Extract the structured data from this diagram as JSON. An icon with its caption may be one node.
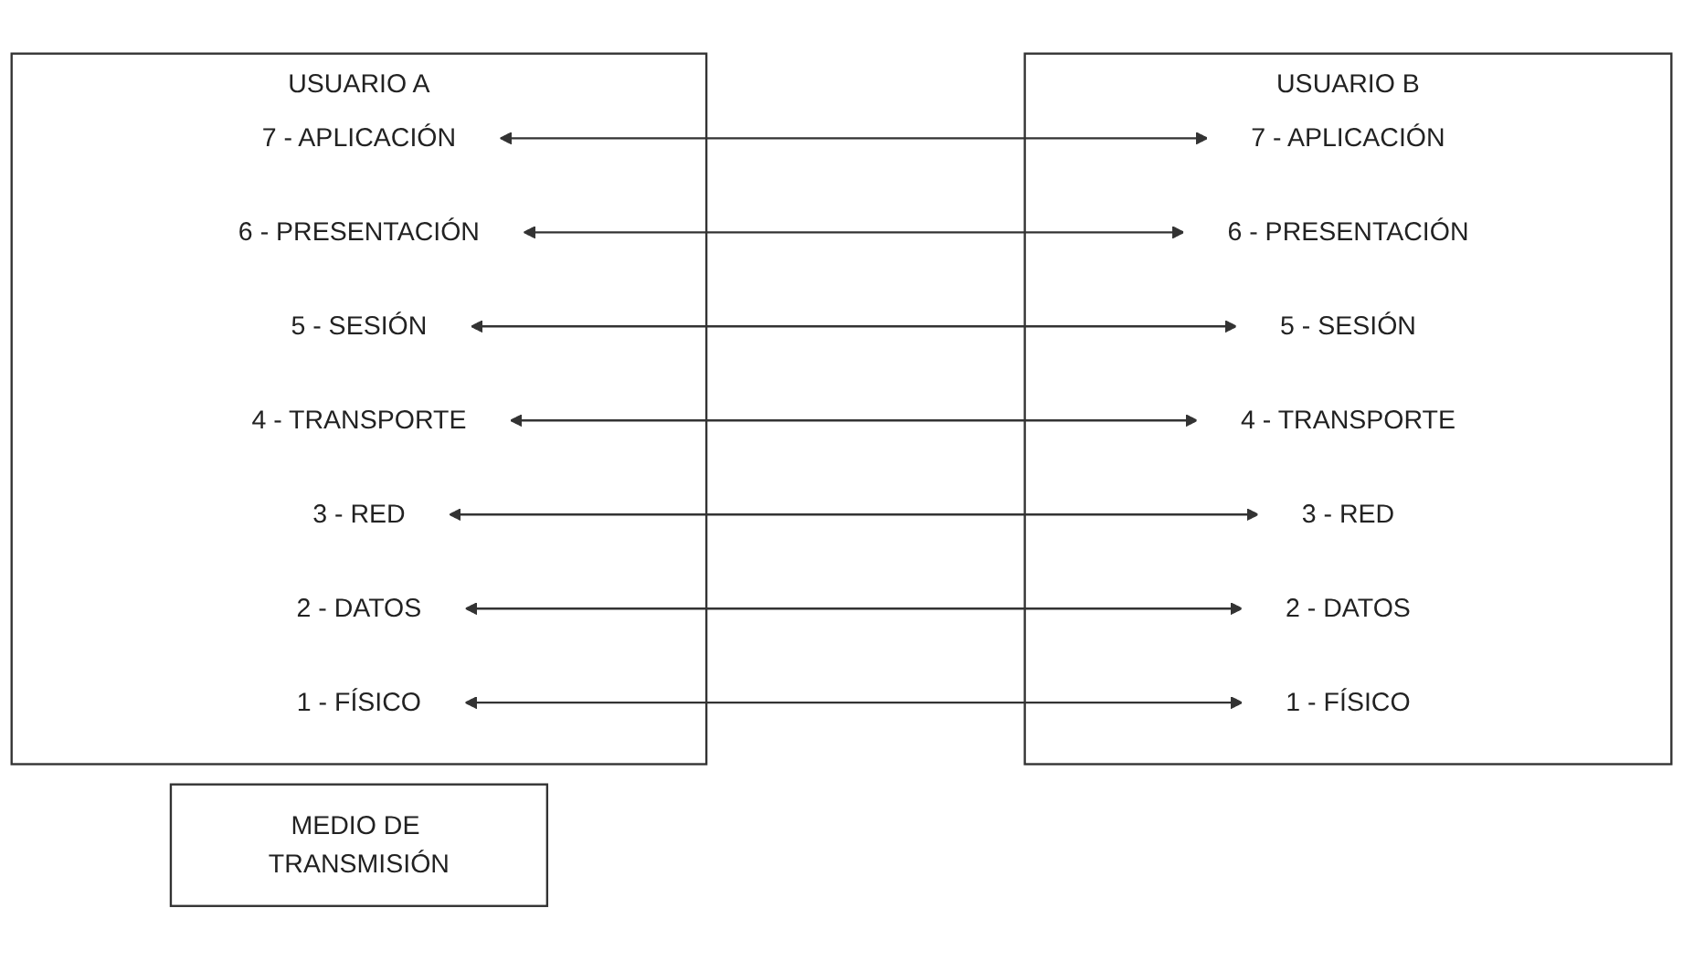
{
  "diagram": {
    "nodes": [
      {
        "text": [
          "USUARIO A"
        ]
      },
      {
        "text": [
          "7 - APLICACIÓN"
        ],
        "in": 0
      },
      {
        "text": [
          "6 - PRESENTACIÓN"
        ],
        "in": 0
      },
      {
        "text": [
          "5 - SESIÓN"
        ],
        "in": 0
      },
      {
        "text": [
          "4 - TRANSPORTE"
        ],
        "in": 0
      },
      {
        "text": [
          "3 - RED"
        ],
        "in": 0
      },
      {
        "text": [
          "2 - DATOS"
        ],
        "in": 0
      },
      {
        "text": [
          "1 - FÍSICO"
        ],
        "in": 0
      },
      {
        "text": [
          "USUARIO B"
        ]
      },
      {
        "text": [
          "7 - APLICACIÓN"
        ],
        "in": 8
      },
      {
        "text": [
          "6 - PRESENTACIÓN"
        ],
        "in": 8
      },
      {
        "text": [
          "5 - SESIÓN"
        ],
        "in": 8
      },
      {
        "text": [
          "4 - TRANSPORTE"
        ],
        "in": 8
      },
      {
        "text": [
          "3 - RED"
        ],
        "in": 8
      },
      {
        "text": [
          "2 - DATOS"
        ],
        "in": 8
      },
      {
        "text": [
          "1 - FÍSICO"
        ],
        "in": 8
      },
      {
        "text": [
          "MEDIO DE TRANSMISIÓN"
        ]
      }
    ],
    "edges": [
      {
        "from": 1,
        "to": 9,
        "arrow": "both"
      },
      {
        "from": 2,
        "to": 10,
        "arrow": "both"
      },
      {
        "from": 3,
        "to": 11,
        "arrow": "both"
      },
      {
        "from": 4,
        "to": 12,
        "arrow": "both"
      },
      {
        "from": 5,
        "to": 13,
        "arrow": "both"
      },
      {
        "from": 6,
        "to": 14,
        "arrow": "both"
      },
      {
        "from": 7,
        "to": 15,
        "arrow": "both"
      }
    ]
  }
}
